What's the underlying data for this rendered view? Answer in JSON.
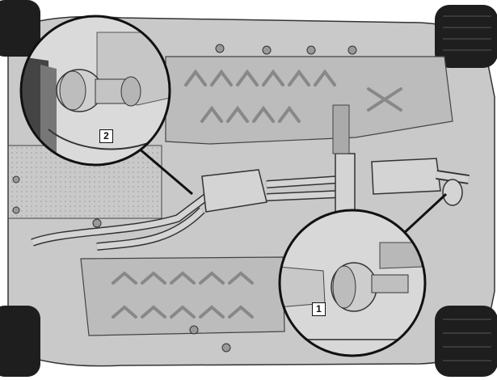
{
  "diagram": {
    "callouts": [
      {
        "id": "callout-1",
        "label": "1"
      },
      {
        "id": "callout-2",
        "label": "2"
      }
    ],
    "colors": {
      "body": "#c9c9c9",
      "panel": "#bcbcbc",
      "exhaust": "#d4d4d4",
      "tire": "#1e1e1e",
      "outline": "#333333",
      "circle_fill": "#e6e6e6"
    }
  }
}
